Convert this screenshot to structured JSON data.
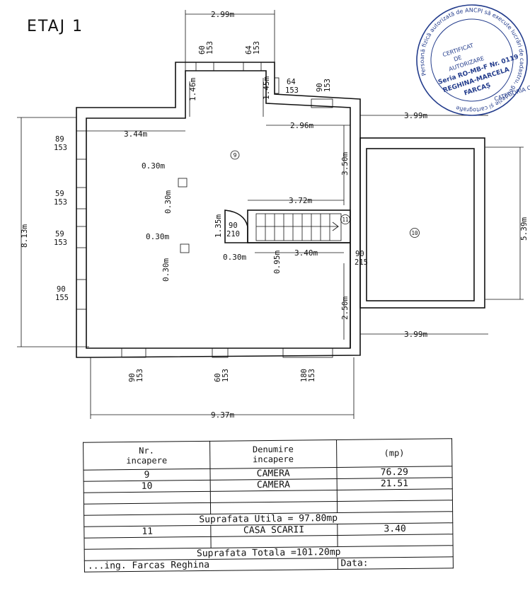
{
  "title": "ETAJ 1",
  "dimensions": {
    "d_299": "2.99m",
    "d_146": "1.46m",
    "d_145": "1.45m",
    "d_344": "3.44m",
    "d_296": "2.96m",
    "d_399_top": "3.99m",
    "d_350": "3.50m",
    "d_372": "3.72m",
    "d_813": "8.13m",
    "d_539": "5.39m",
    "d_135": "1.35m",
    "d_030_a": "0.30m",
    "d_030_b": "0.30m",
    "d_030_c": "0.30m",
    "d_030_d": "0.30m",
    "d_030_e": "0.30m",
    "d_095": "0.95m",
    "d_340": "3.40m",
    "d_250": "2.50m",
    "d_399_bottom": "3.99m",
    "d_937": "9.37m"
  },
  "openings": {
    "top_1": [
      "60",
      "153"
    ],
    "top_2": [
      "64",
      "153"
    ],
    "top_3": [
      "64",
      "153"
    ],
    "top_4": [
      "90",
      "153"
    ],
    "left_1": [
      "89",
      "153"
    ],
    "left_2": [
      "59",
      "153"
    ],
    "left_3": [
      "59",
      "153"
    ],
    "left_4": [
      "90",
      "155"
    ],
    "door_stair": [
      "90",
      "210"
    ],
    "door_right": [
      "90",
      "215"
    ],
    "bottom_1": [
      "90",
      "153"
    ],
    "bottom_2": [
      "60",
      "153"
    ],
    "bottom_3": [
      "180",
      "153"
    ]
  },
  "room_markers": {
    "room_9": "9",
    "room_10": "10",
    "room_11": "11"
  },
  "stamp": {
    "ring_text": "Persoană fizică autorizată de ANCPI să execute lucrări de cadastru, geodezie și cartografie",
    "line1": "CERTIFICAT",
    "line2": "DE",
    "line3": "AUTORIZARE",
    "line4": "Seria RO-MB-F Nr. 0119",
    "line5": "REGHINA-MARCELA",
    "line6": "FARCAȘ",
    "category": "CATEGORIA C"
  },
  "table": {
    "headers": {
      "nr": "Nr.\nincapere",
      "name": "Denumire\nincapere",
      "area": "(mp)"
    },
    "rows": [
      {
        "nr": "9",
        "name": "CAMERA",
        "area": "76.29"
      },
      {
        "nr": "10",
        "name": "CAMERA",
        "area": "21.51"
      },
      {
        "nr": "",
        "name": "",
        "area": ""
      },
      {
        "nr": "",
        "name": "",
        "area": ""
      }
    ],
    "suprafata_utila": "Suprafata  Utila  = 97.80mp",
    "stair_row": {
      "nr": "11",
      "name": "CASA  SCARII",
      "area": "3.40"
    },
    "suprafata_totala": "Suprafata  Totala  =101.20mp",
    "footer_left": "...ing. Farcas Reghina",
    "footer_right": "Data:"
  }
}
